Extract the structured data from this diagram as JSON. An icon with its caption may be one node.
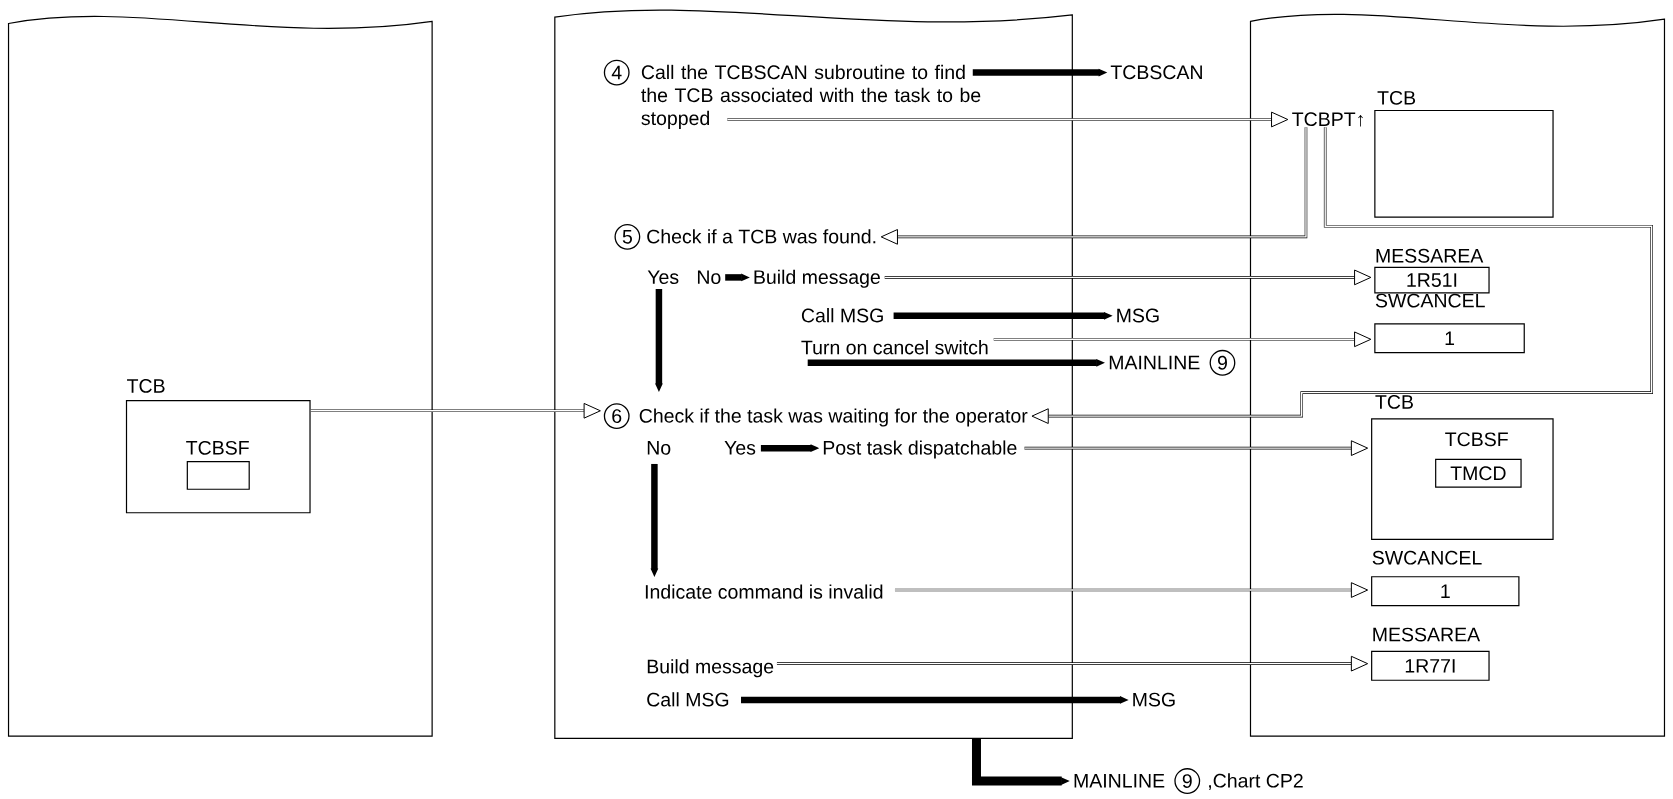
{
  "diagram": {
    "nodes": [
      {
        "text": [],
        "shape": "box"
      },
      {
        "text": [],
        "shape": "box"
      },
      {
        "text": [],
        "shape": "box"
      },
      {
        "text": [
          "TCB"
        ],
        "in": 0
      },
      {
        "text": [
          "TCBSF"
        ],
        "in": 3
      },
      {
        "text": [
          "4",
          "Call the TCBSCAN subroutine to find the TCB associated with the task to be stopped"
        ],
        "in": 1
      },
      {
        "text": [
          "TCBSCAN"
        ]
      },
      {
        "text": [
          "TCBPT↑"
        ],
        "in": 2
      },
      {
        "text": [
          "TCB"
        ],
        "in": 2
      },
      {
        "text": [
          "5",
          "Check if a TCB was found."
        ],
        "in": 1
      },
      {
        "text": [
          "Yes"
        ],
        "in": 1
      },
      {
        "text": [
          "No"
        ],
        "in": 1
      },
      {
        "text": [
          "Build message"
        ],
        "in": 1
      },
      {
        "text": [
          "Call MSG"
        ],
        "in": 1
      },
      {
        "text": [
          "MSG"
        ]
      },
      {
        "text": [
          "Turn on cancel switch"
        ],
        "in": 1
      },
      {
        "text": [
          "MESSAREA",
          "1R51I"
        ],
        "in": 2
      },
      {
        "text": [
          "SWCANCEL",
          "1"
        ],
        "in": 2
      },
      {
        "text": [
          "MAINLINE",
          "9"
        ]
      },
      {
        "text": [
          "6",
          "Check if the task was waiting for the operator"
        ],
        "in": 1
      },
      {
        "text": [
          "No"
        ],
        "in": 1
      },
      {
        "text": [
          "Yes"
        ],
        "in": 1
      },
      {
        "text": [
          "Post task dispatchable"
        ],
        "in": 1
      },
      {
        "text": [
          "TCB"
        ],
        "in": 2
      },
      {
        "text": [
          "TCBSF",
          "TMCD"
        ],
        "in": 23
      },
      {
        "text": [
          "Indicate command is invalid"
        ],
        "in": 1
      },
      {
        "text": [
          "SWCANCEL",
          "1"
        ],
        "in": 2
      },
      {
        "text": [
          "Build message"
        ],
        "in": 1
      },
      {
        "text": [
          "MESSAREA",
          "1R77I"
        ],
        "in": 2
      },
      {
        "text": [
          "Call MSG"
        ],
        "in": 1
      },
      {
        "text": [
          "MSG"
        ]
      },
      {
        "text": [
          "MAINLINE",
          "9",
          ",Chart CP2"
        ]
      }
    ],
    "edges": [
      {
        "from": 5,
        "to": 6,
        "arrow": "to",
        "style": "thick"
      },
      {
        "from": 5,
        "to": 7,
        "arrow": "to"
      },
      {
        "from": 7,
        "to": 9,
        "arrow": "to"
      },
      {
        "from": 7,
        "to": 19,
        "arrow": "to"
      },
      {
        "from": 11,
        "to": 12,
        "arrow": "to",
        "style": "thick"
      },
      {
        "from": 12,
        "to": 16,
        "arrow": "to"
      },
      {
        "from": 13,
        "to": 14,
        "arrow": "to",
        "style": "thick"
      },
      {
        "from": 15,
        "to": 17,
        "arrow": "to"
      },
      {
        "from": 15,
        "to": 18,
        "arrow": "to",
        "style": "thick"
      },
      {
        "from": 10,
        "to": 19,
        "arrow": "to",
        "style": "thick"
      },
      {
        "from": 3,
        "to": 19,
        "arrow": "to"
      },
      {
        "from": 21,
        "to": 22,
        "arrow": "to",
        "style": "thick"
      },
      {
        "from": 22,
        "to": 23,
        "arrow": "to"
      },
      {
        "from": 20,
        "to": 25,
        "arrow": "to",
        "style": "thick"
      },
      {
        "from": 25,
        "to": 26,
        "arrow": "to"
      },
      {
        "from": 27,
        "to": 28,
        "arrow": "to"
      },
      {
        "from": 29,
        "to": 30,
        "arrow": "to",
        "style": "thick"
      },
      {
        "from": 1,
        "to": 31,
        "arrow": "to",
        "style": "thick"
      }
    ]
  }
}
